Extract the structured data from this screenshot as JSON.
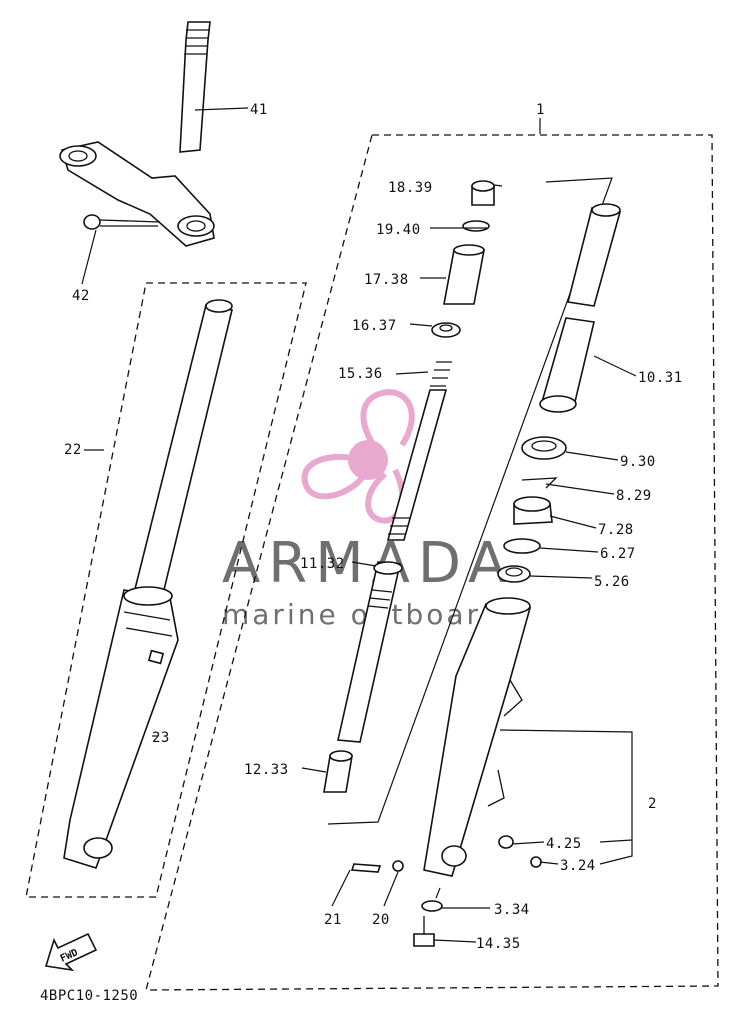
{
  "watermark": {
    "brand": "ARMADA",
    "tagline": "marine outboard",
    "brand_color": "#6f6f6f",
    "logo_color": "#e9a9cf"
  },
  "diagram_code": "4BPC10-1250",
  "fwd_label": "FWD",
  "callouts": {
    "c1": "1",
    "c2": "2",
    "c3": "3.24",
    "c4": "4.25",
    "c5": "5.26",
    "c6": "6.27",
    "c7": "7.28",
    "c8": "8.29",
    "c9": "9.30",
    "c10": "10.31",
    "c11": "11.32",
    "c12": "12.33",
    "c13": "3.34",
    "c14": "14.35",
    "c15": "15.36",
    "c16": "16.37",
    "c17": "17.38",
    "c18": "18.39",
    "c19": "19.40",
    "c20": "20",
    "c21": "21",
    "c22": "22",
    "c23": "23",
    "c41": "41",
    "c42": "42"
  }
}
